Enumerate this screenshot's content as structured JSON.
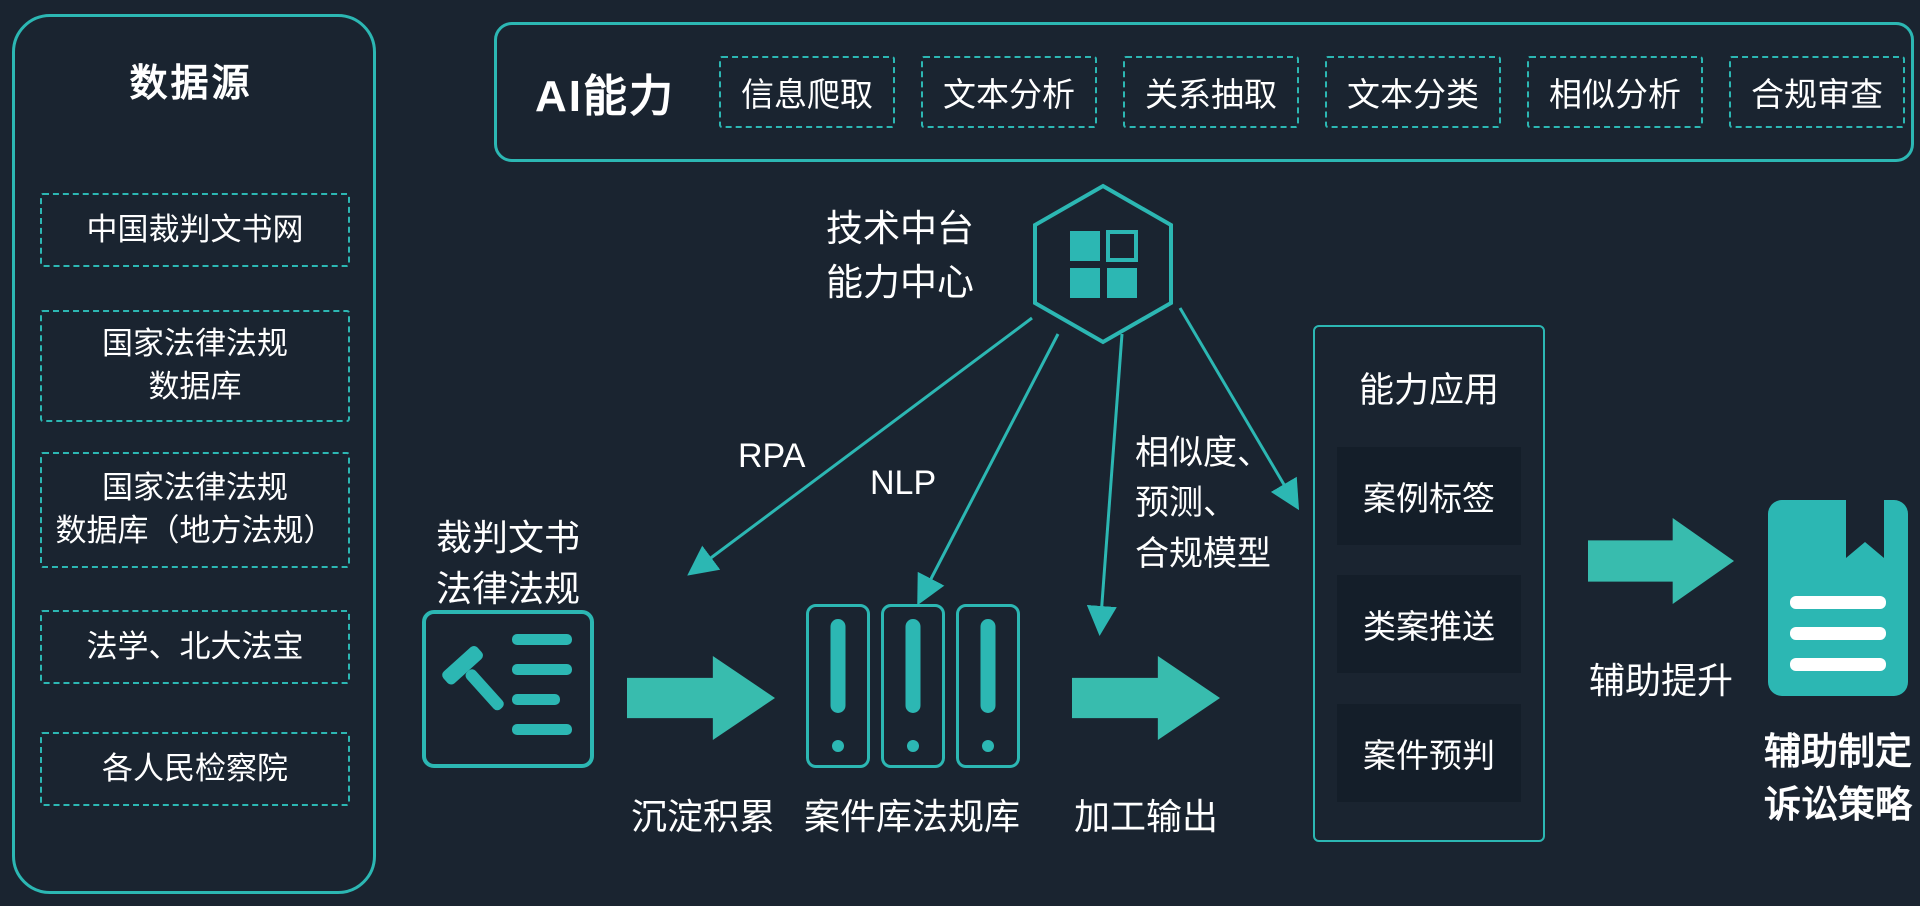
{
  "colors": {
    "background": "#1a2430",
    "accent": "#2cb7b3",
    "arrow_fill": "#38bcae",
    "app_item_bg": "#141e29",
    "text": "#ffffff"
  },
  "data_sources": {
    "title": "数据源",
    "items": [
      "中国裁判文书网",
      "国家法律法规\n数据库",
      "国家法律法规\n数据库（地方法规）",
      "法学、北大法宝",
      "各人民检察院"
    ]
  },
  "ai_capabilities": {
    "title": "AI能力",
    "items": [
      "信息爬取",
      "文本分析",
      "关系抽取",
      "文本分类",
      "相似分析",
      "合规审查"
    ]
  },
  "tech_platform": {
    "label": "技术中台\n能力中心"
  },
  "arrows": {
    "rpa": "RPA",
    "nlp": "NLP",
    "similarity": "相似度、\n预测、\n合规模型"
  },
  "flow": {
    "source_label": "裁判文书\n法律法规",
    "step1_label": "沉淀积累",
    "step2_label": "案件库法规库",
    "step3_label": "加工输出",
    "assist_label": "辅助提升",
    "result_label": "辅助制定\n诉讼策略"
  },
  "applications": {
    "title": "能力应用",
    "items": [
      "案例标签",
      "类案推送",
      "案件预判"
    ]
  }
}
